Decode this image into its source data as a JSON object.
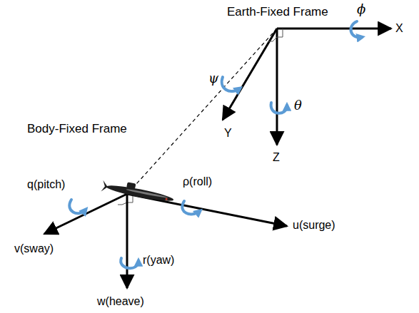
{
  "diagram": {
    "labels": [
      "Earth-Fixed Frame",
      "X",
      "Y",
      "Z",
      "ϕ",
      "ψ",
      "θ",
      "Body-Fixed Frame",
      "q(pitch)",
      "ρ(roll)",
      "u(surge)",
      "v(sway)",
      "w(heave)",
      "r(yaw)"
    ]
  }
}
